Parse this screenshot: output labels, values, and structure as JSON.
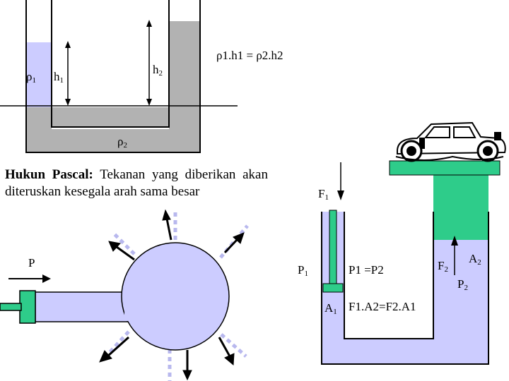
{
  "utube": {
    "rho1": "ρ",
    "rho1_sub": "1",
    "h1": "h",
    "h1_sub": "1",
    "h2": "h",
    "h2_sub": "2",
    "rho2": "ρ",
    "rho2_sub": "2",
    "equation": "ρ1.h1 = ρ2.h2"
  },
  "pascal": {
    "title": "Hukun Pascal:",
    "body": "Tekanan yang diberikan akan diteruskan kesegala arah sama besar",
    "p_label": "P"
  },
  "hydraulic": {
    "f1": "F",
    "f1_sub": "1",
    "p1": "P",
    "p1_sub": "1",
    "a1": "A",
    "a1_sub": "1",
    "eq1": "P1 =P2",
    "eq2": "F1.A2=F2.A1",
    "f2": "F",
    "f2_sub": "2",
    "a2": "A",
    "a2_sub": "2",
    "p2": "P",
    "p2_sub": "2"
  },
  "colors": {
    "light_fluid": "#ccccff",
    "gray_fluid": "#b2b2b2",
    "piston_green": "#2ecc8a",
    "wall": "#000000"
  },
  "icons": [
    "car-icon",
    "arrow-icon",
    "dashed-ray-icon"
  ]
}
